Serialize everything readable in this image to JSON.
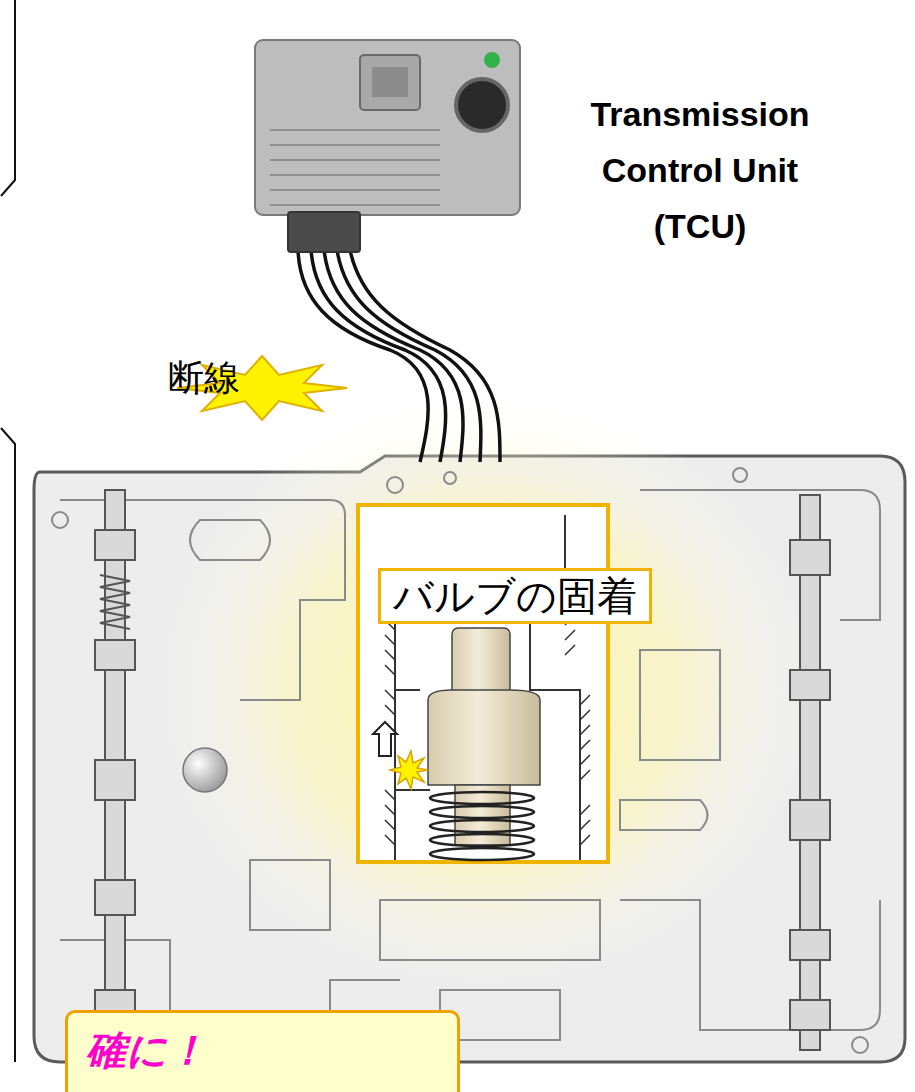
{
  "diagram": {
    "nodes": [
      {
        "text": [
          "バルブの固着"
        ]
      },
      {
        "text": [
          "確に！"
        ]
      }
    ],
    "labels": [
      "Transmission Control Unit (TCU)",
      "断線"
    ]
  }
}
